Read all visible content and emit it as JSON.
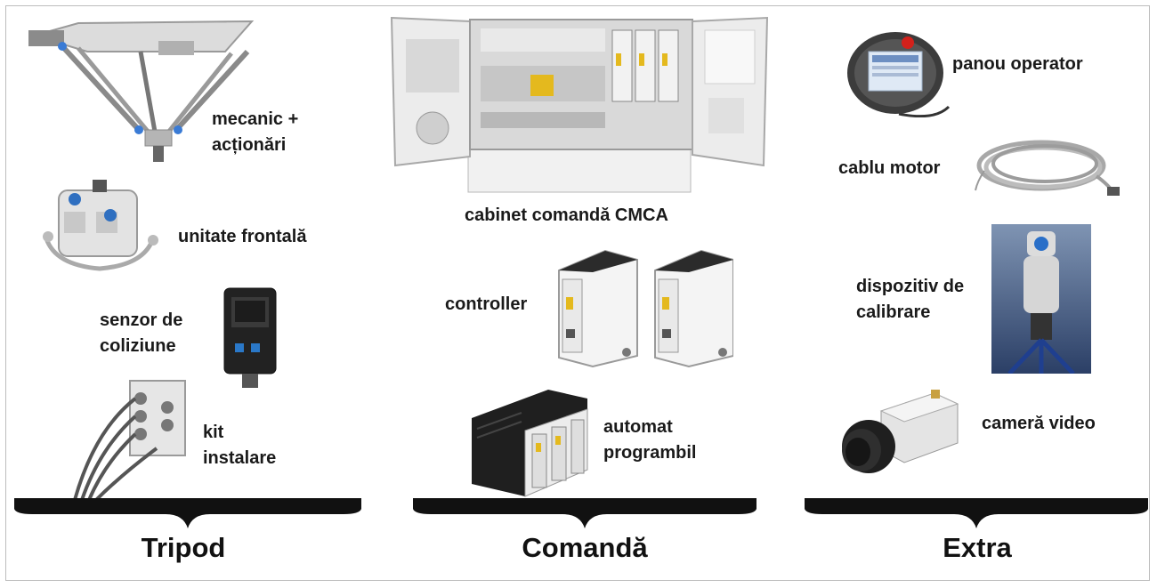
{
  "groups": {
    "tripod": {
      "title": "Tripod",
      "items": {
        "mechanics": [
          "mecanic +",
          "acționări"
        ],
        "front_unit": "unitate frontală",
        "collision_sensor": [
          "senzor de",
          "coliziune"
        ],
        "install_kit": [
          "kit",
          "instalare"
        ]
      }
    },
    "control": {
      "title": "Comandă",
      "items": {
        "cabinet": "cabinet comandă CMCA",
        "controller": "controller",
        "plc": [
          "automat",
          "programbil"
        ]
      }
    },
    "extra": {
      "title": "Extra",
      "items": {
        "operator_panel": "panou operator",
        "motor_cable": "cablu motor",
        "calibration_device": [
          "dispozitiv de",
          "calibrare"
        ],
        "video_camera": "cameră video"
      }
    }
  },
  "icons": {
    "delta_robot": "delta-robot-icon",
    "front_unit": "front-unit-icon",
    "collision_sensor": "collision-sensor-icon",
    "install_kit": "cable-kit-icon",
    "cabinet": "control-cabinet-icon",
    "controller": "servo-controller-icon",
    "plc": "plc-icon",
    "operator_panel": "teach-pendant-icon",
    "motor_cable": "cable-coil-icon",
    "calibration_device": "laser-tracker-icon",
    "video_camera": "camera-icon"
  }
}
